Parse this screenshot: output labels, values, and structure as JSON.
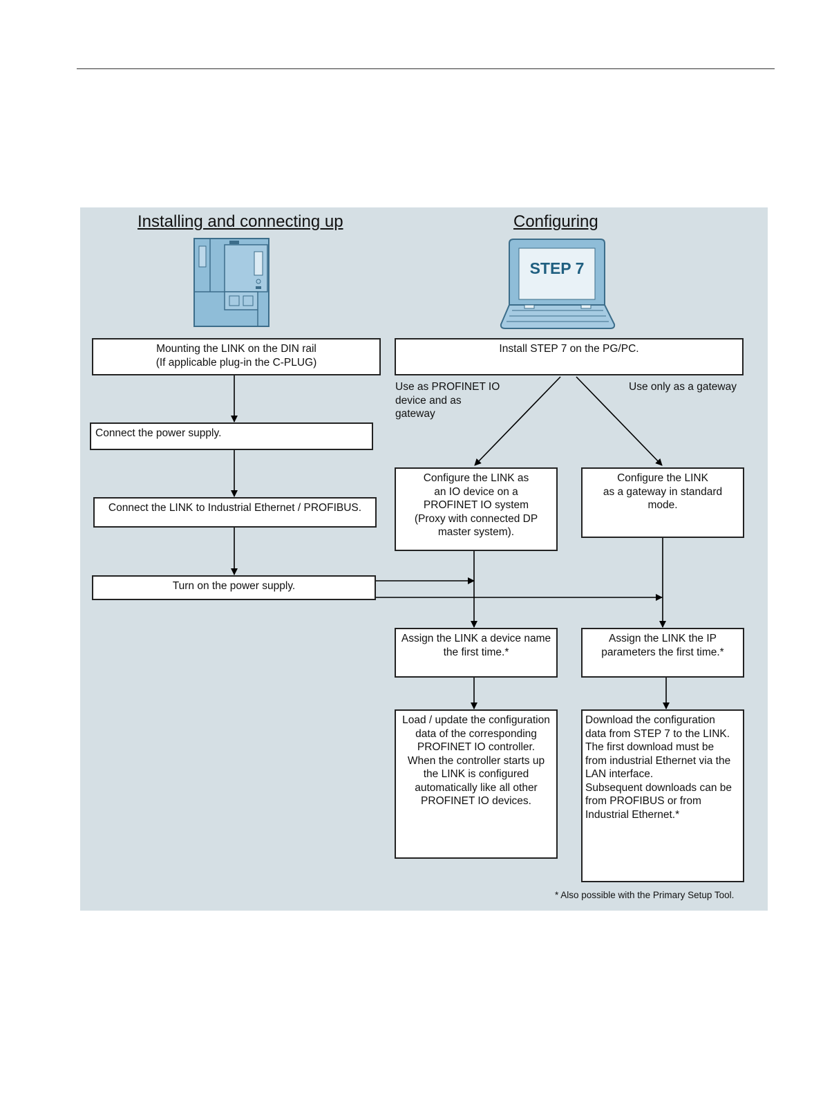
{
  "headings": {
    "install": "Installing and connecting up",
    "configure": "Configuring"
  },
  "laptop_screen_text": "STEP 7",
  "steps": {
    "mount": "Mounting the LINK on the DIN rail\n(If applicable plug-in the C-PLUG)",
    "power_connect": "Connect the power supply.",
    "ethernet": "Connect the LINK to Industrial Ethernet / PROFIBUS.",
    "power_on": "Turn on the power supply.",
    "install_step7": "Install STEP 7 on the PG/PC.",
    "config_io": "Configure the LINK as\nan IO device on a\nPROFINET IO system\n(Proxy with connected DP\nmaster system).",
    "config_gw": "Configure the LINK\nas a gateway in standard\nmode.",
    "assign_name": "Assign the LINK a device name\nthe first time.*",
    "assign_ip": "Assign the LINK the IP\nparameters the first time.*",
    "load_update": "Load / update the configuration\ndata of the corresponding\nPROFINET IO controller.\nWhen the controller starts up\nthe LINK is configured\nautomatically like all other\nPROFINET IO devices.",
    "download": "Download the configuration\ndata from STEP 7 to the LINK.\nThe first download must be\nfrom industrial Ethernet via the\nLAN interface.\nSubsequent downloads can be\nfrom PROFIBUS or from\nIndustrial Ethernet.*"
  },
  "branch_labels": {
    "profinet": "Use as PROFINET IO\ndevice and as\ngateway",
    "gateway": "Use only as a gateway"
  },
  "footnote": "* Also possible with the Primary Setup Tool.",
  "colors": {
    "panel_background": "#d5dfe4",
    "device_blue": "#7fb2d0",
    "step7_text": "#1f5f80"
  }
}
